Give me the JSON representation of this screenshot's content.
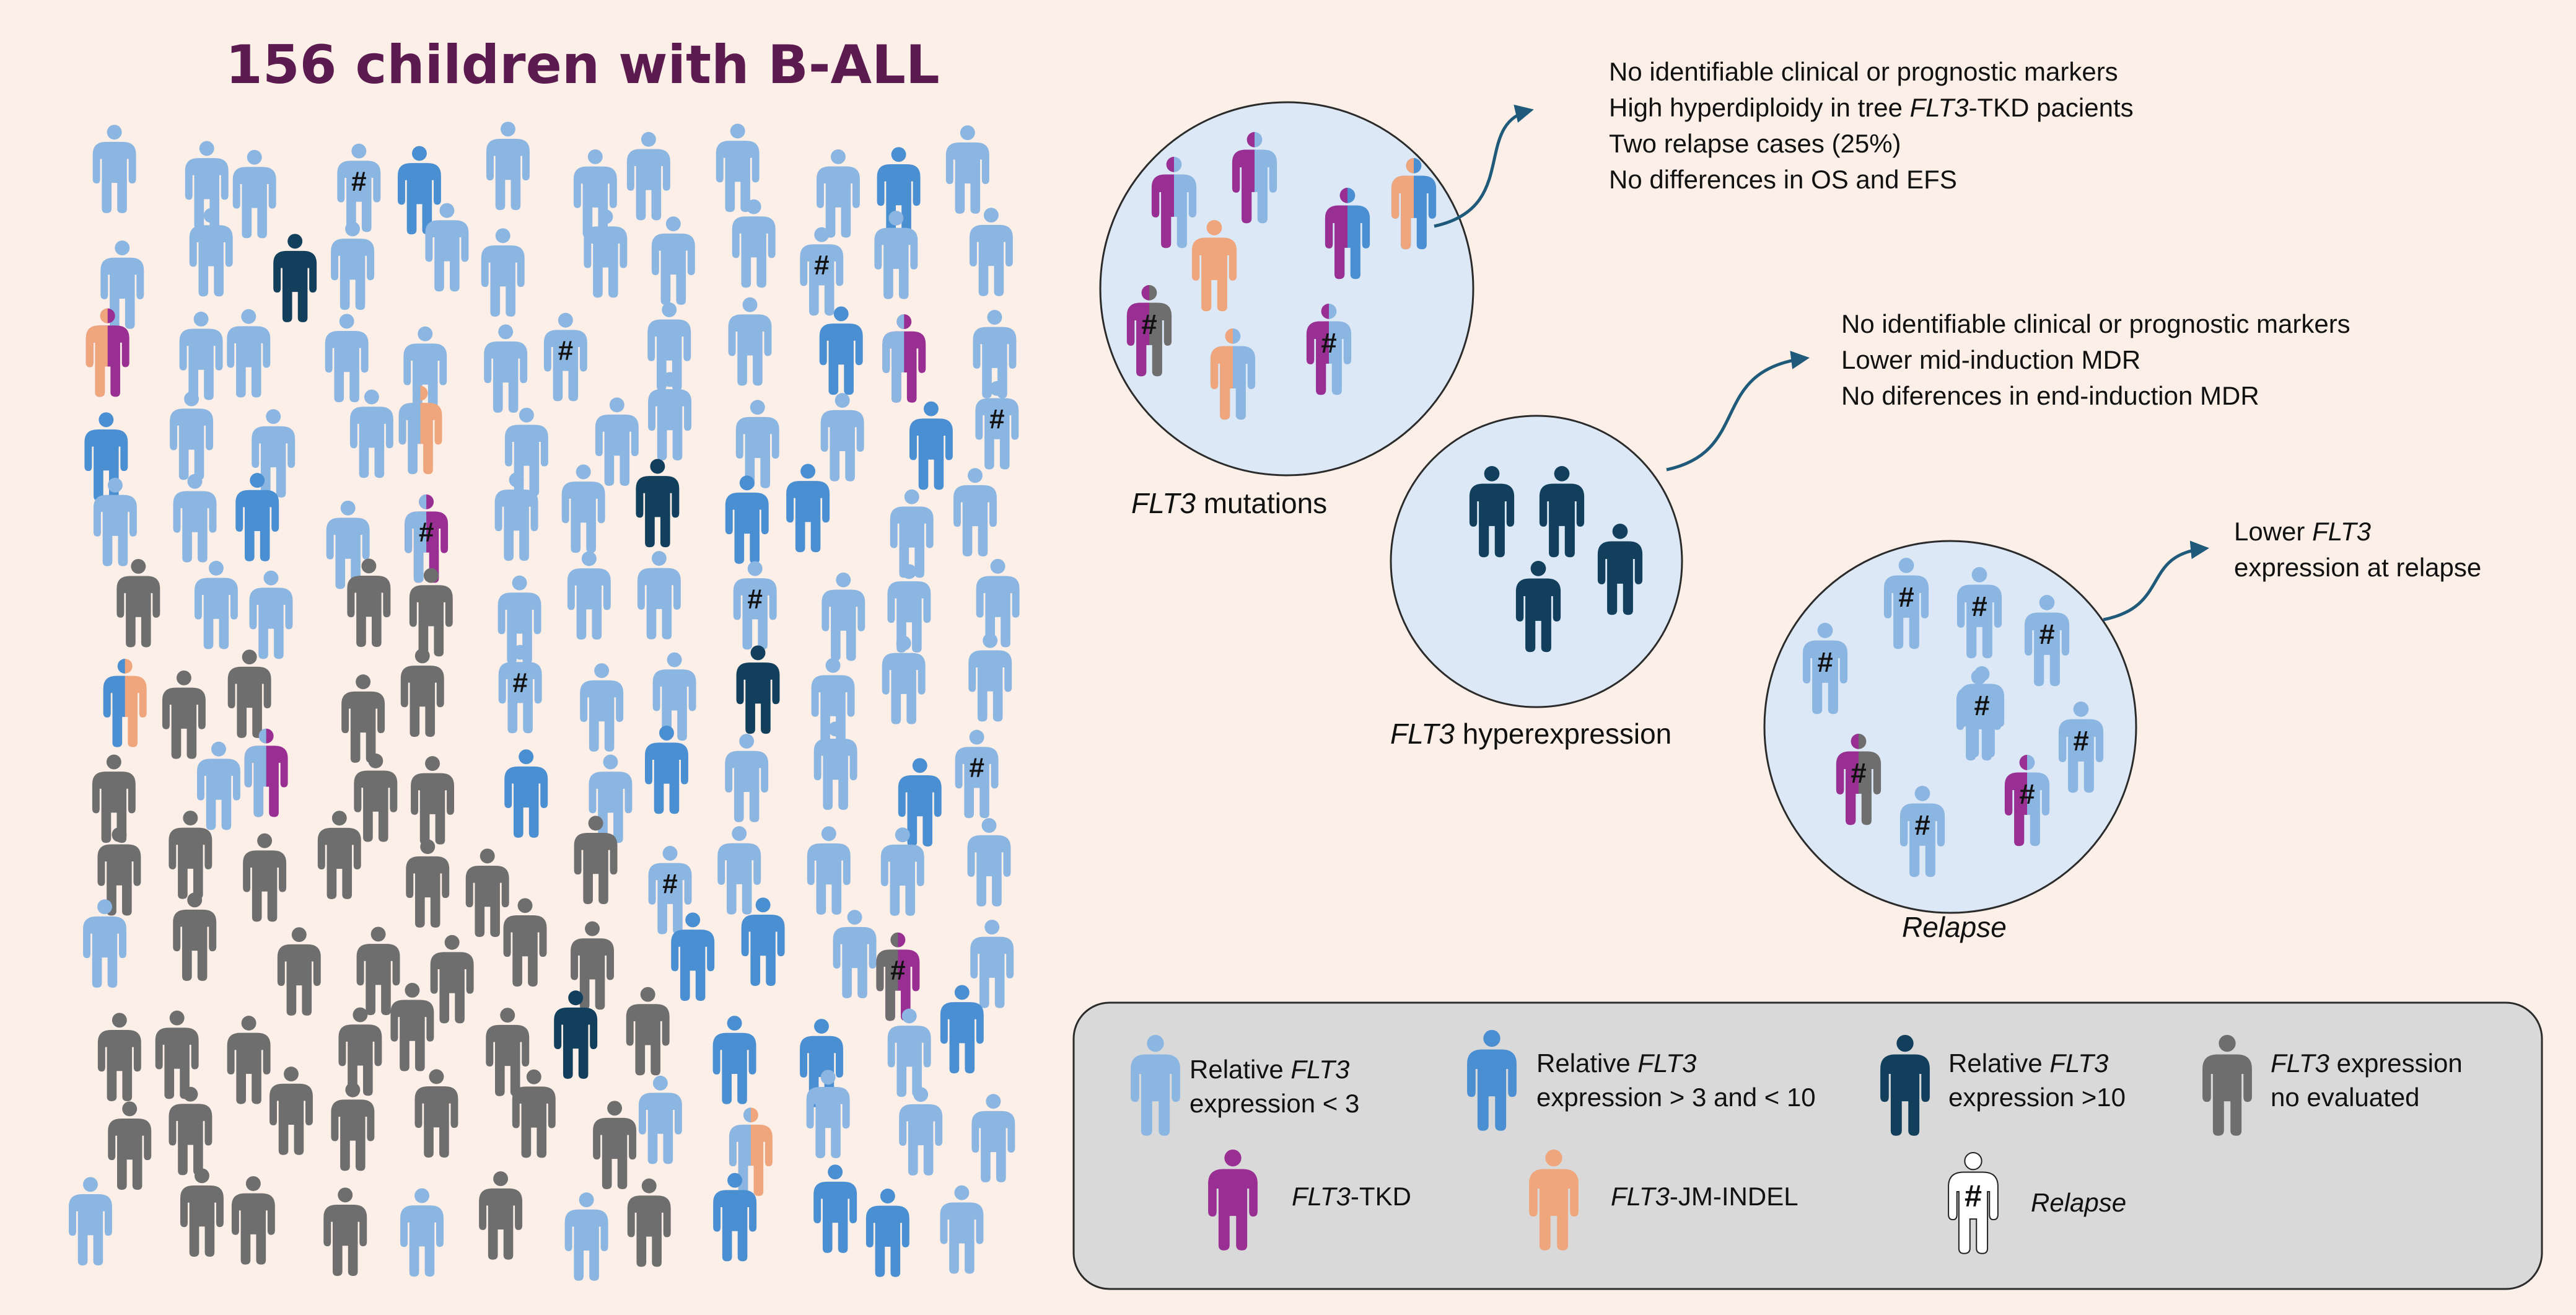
{
  "title": "156 children with B-ALL",
  "colors": {
    "background": "#fbefe7",
    "light_blue": "#8cb6e2",
    "mid_blue": "#4a8fd1",
    "dark_navy": "#113f5c",
    "gray": "#6e6e6e",
    "purple": "#9a2f93",
    "orange": "#efa67d",
    "circle_fill": "#dce8f6",
    "legend_fill": "#d9d9d9",
    "title_color": "#5b1b4f"
  },
  "groups": {
    "mutations": {
      "label_italic": "FLT3",
      "label_rest": " mutations",
      "notes": [
        {
          "parts": [
            {
              "t": "No identifiable clinical or prognostic markers",
              "i": false
            }
          ]
        },
        {
          "parts": [
            {
              "t": "High hyperdiploidy in tree ",
              "i": false
            },
            {
              "t": "FLT3",
              "i": true
            },
            {
              "t": "-TKD pacients",
              "i": false
            }
          ]
        },
        {
          "parts": [
            {
              "t": "Two relapse cases (25%)",
              "i": false
            }
          ]
        },
        {
          "parts": [
            {
              "t": "No differences in  OS and EFS",
              "i": false
            }
          ]
        }
      ]
    },
    "hyperexpression": {
      "label_italic": "FLT3",
      "label_rest": " hyperexpression",
      "notes": [
        {
          "parts": [
            {
              "t": "No identifiable clinical or prognostic markers",
              "i": false
            }
          ]
        },
        {
          "parts": [
            {
              "t": "Lower mid-induction MDR",
              "i": false
            }
          ]
        },
        {
          "parts": [
            {
              "t": "No diferences in  end-induction MDR",
              "i": false
            }
          ]
        }
      ]
    },
    "relapse": {
      "label": "Relapse",
      "notes": [
        {
          "parts": [
            {
              "t": "Lower ",
              "i": false
            },
            {
              "t": "FLT3",
              "i": true
            }
          ]
        },
        {
          "parts": [
            {
              "t": "expression at relapse",
              "i": false
            }
          ]
        }
      ]
    }
  },
  "legend": [
    {
      "key": "light",
      "lines": [
        [
          {
            "t": "Relative ",
            "i": false
          },
          {
            "t": "FLT3",
            "i": true
          }
        ],
        [
          {
            "t": "expression < 3",
            "i": false
          }
        ]
      ]
    },
    {
      "key": "mid",
      "lines": [
        [
          {
            "t": "Relative ",
            "i": false
          },
          {
            "t": "FLT3",
            "i": true
          }
        ],
        [
          {
            "t": "expression > 3 and < 10",
            "i": false
          }
        ]
      ]
    },
    {
      "key": "dark",
      "lines": [
        [
          {
            "t": "Relative ",
            "i": false
          },
          {
            "t": "FLT3",
            "i": true
          }
        ],
        [
          {
            "t": "expression >10",
            "i": false
          }
        ]
      ]
    },
    {
      "key": "gray",
      "lines": [
        [
          {
            "t": "FLT3",
            "i": true
          },
          {
            "t": " expression",
            "i": false
          }
        ],
        [
          {
            "t": "no evaluated",
            "i": false
          }
        ]
      ]
    },
    {
      "key": "tkd",
      "lines": [
        [
          {
            "t": "FLT3",
            "i": true
          },
          {
            "t": "-TKD",
            "i": false
          }
        ]
      ]
    },
    {
      "key": "jm",
      "lines": [
        [
          {
            "t": "FLT3",
            "i": true
          },
          {
            "t": "-JM-INDEL",
            "i": false
          }
        ]
      ]
    },
    {
      "key": "relapse",
      "lines": [
        [
          {
            "t": "Relapse",
            "i": true
          }
        ]
      ]
    }
  ],
  "hash_symbol": "#"
}
